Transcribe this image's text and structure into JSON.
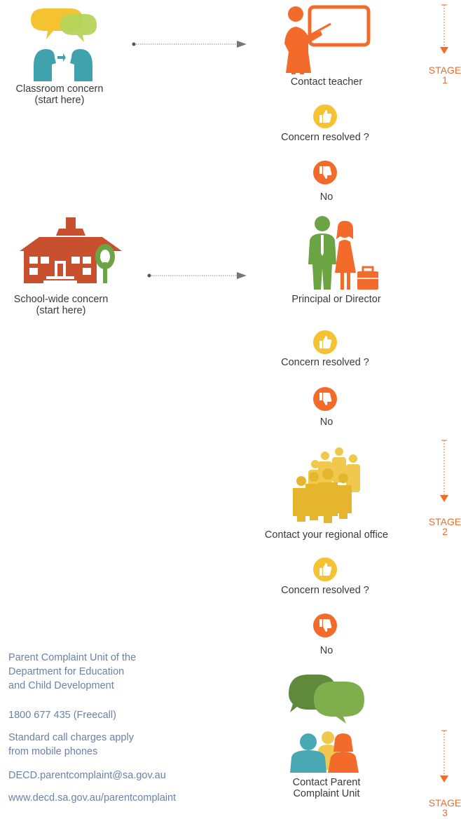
{
  "nodes": {
    "classroom": [
      "Classroom concern",
      "(start here)"
    ],
    "teacher": "Contact teacher",
    "schoolwide": [
      "School-wide concern",
      "(start here)"
    ],
    "principal": "Principal or Director",
    "regional": "Contact your regional office",
    "pcu": [
      "Contact Parent",
      "Complaint Unit"
    ]
  },
  "decisions": {
    "resolved_1": "Concern resolved ?",
    "no_1": "No",
    "resolved_2": "Concern resolved ?",
    "no_2": "No",
    "resolved_3": "Concern resolved ?",
    "no_3": "No"
  },
  "stages": {
    "s1": [
      "STAGE",
      "1"
    ],
    "s2": [
      "STAGE",
      "2"
    ],
    "s3": [
      "STAGE",
      "3"
    ]
  },
  "contact": {
    "org": [
      "Parent Complaint Unit of the",
      "Department for Education",
      "and Child Development"
    ],
    "phone": "1800 677 435 (Freecall)",
    "note": [
      "Standard call charges apply",
      "from mobile phones"
    ],
    "email": "DECD.parentcomplaint@sa.gov.au",
    "web": "www.decd.sa.gov.au/parentcomplaint"
  },
  "icons": {
    "classroom": "speech-bubbles-people-icon",
    "teacher": "teacher-whiteboard-icon",
    "school": "school-building-icon",
    "principal": "principal-director-icon",
    "regional": "group-people-icon",
    "pcu": "parent-complaint-unit-icon",
    "yes": "thumbs-up-icon",
    "no": "thumbs-down-icon"
  },
  "colors": {
    "orange": "#f26b2a",
    "yellow": "#f5c232",
    "teal": "#4aa8b5",
    "green": "#6aa443",
    "brick": "#c9502e",
    "link_text": "#6b82a6"
  }
}
